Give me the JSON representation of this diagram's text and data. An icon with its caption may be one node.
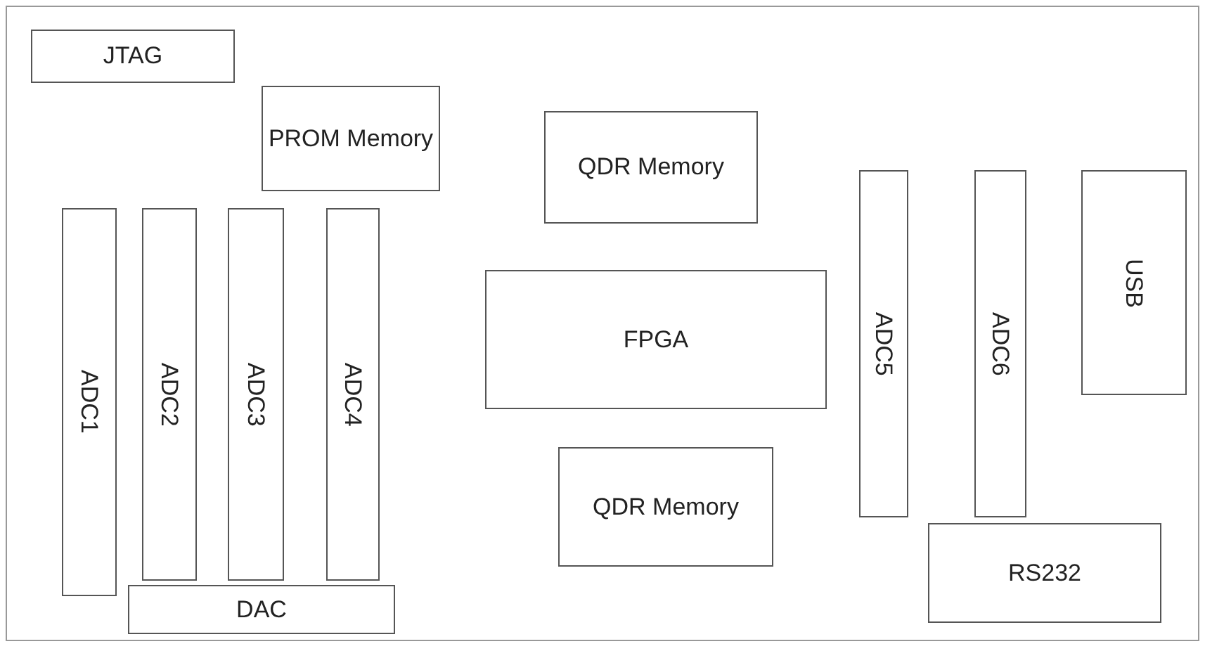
{
  "diagram": {
    "nodes": [
      {
        "text": [],
        "shape": "box"
      },
      {
        "text": [
          "JTAG"
        ],
        "in": 0
      },
      {
        "text": [
          "PROM Memory"
        ],
        "in": 0
      },
      {
        "text": [
          "QDR Memory"
        ],
        "in": 0
      },
      {
        "text": [
          "ADC1"
        ],
        "in": 0
      },
      {
        "text": [
          "ADC2"
        ],
        "in": 0
      },
      {
        "text": [
          "ADC3"
        ],
        "in": 0
      },
      {
        "text": [
          "ADC4"
        ],
        "in": 0
      },
      {
        "text": [
          "FPGA"
        ],
        "in": 0
      },
      {
        "text": [
          "ADC5"
        ],
        "in": 0
      },
      {
        "text": [
          "ADC6"
        ],
        "in": 0
      },
      {
        "text": [
          "USB"
        ],
        "in": 0
      },
      {
        "text": [
          "QDR Memory"
        ],
        "in": 0
      },
      {
        "text": [
          "RS232"
        ],
        "in": 0
      },
      {
        "text": [
          "DAC"
        ],
        "in": 0
      }
    ]
  }
}
